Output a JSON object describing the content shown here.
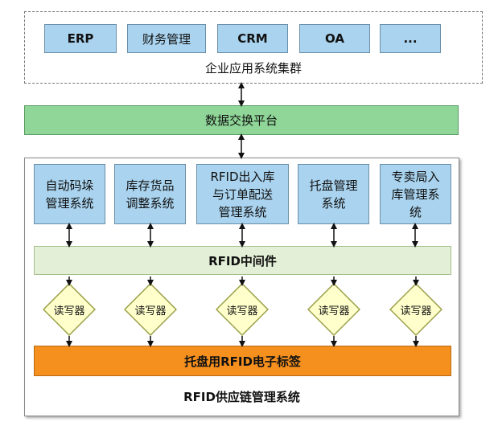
{
  "cluster": {
    "label": "企业应用系统集群",
    "apps": [
      "ERP",
      "财务管理",
      "CRM",
      "OA",
      "..."
    ]
  },
  "platform": {
    "label": "数据交换平台"
  },
  "system": {
    "label": "RFID供应链管理系统",
    "modules": [
      "自动码垛\n管理系统",
      "库存货品\n调整系统",
      "RFID出入库\n与订单配送\n管理系统",
      "托盘管理\n系统",
      "专卖局入\n库管理系\n统"
    ],
    "middleware": "RFID中间件",
    "reader_label": "读写器",
    "tag": "托盘用RFID电子标签"
  },
  "colors": {
    "app_fill": "#a9d3ee",
    "platform_fill": "#8fd698",
    "middleware_fill": "#e3efd6",
    "reader_fill": "#ffffcc",
    "tag_fill": "#f5901e"
  }
}
